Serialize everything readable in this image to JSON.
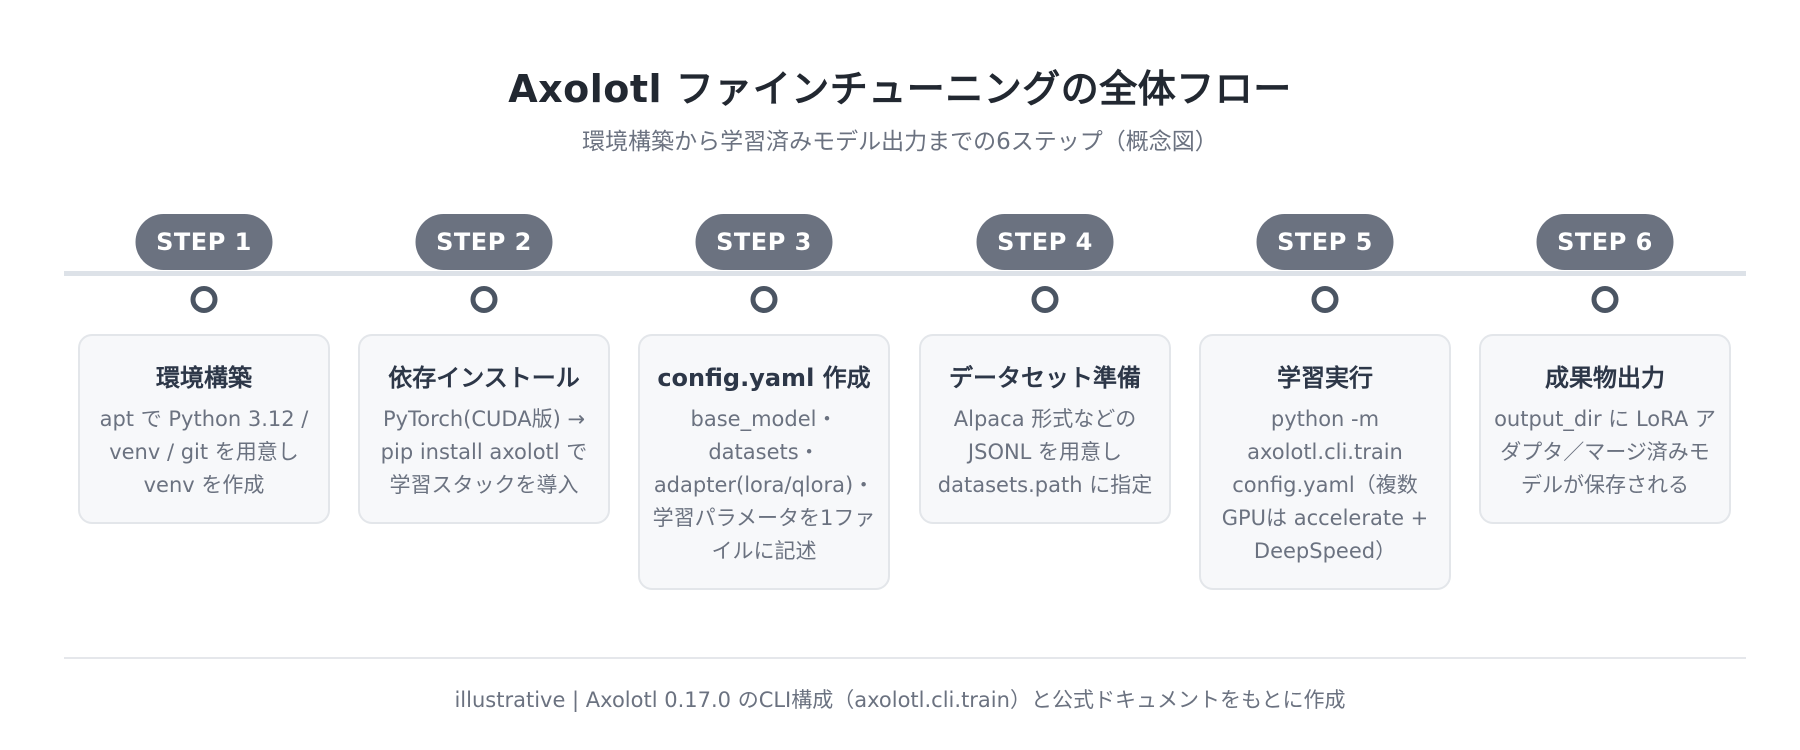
{
  "title": "Axolotl ファインチューニングの全体フロー",
  "subtitle": "環境構築から学習済みモデル出力までの6ステップ（概念図）",
  "steps": [
    {
      "badge": "STEP 1",
      "title": "環境構築",
      "description": "apt で Python 3.12 / venv / git を用意し venv を作成"
    },
    {
      "badge": "STEP 2",
      "title": "依存インストール",
      "description": "PyTorch(CUDA版) → pip install axolotl で学習スタックを導入"
    },
    {
      "badge": "STEP 3",
      "title": "config.yaml 作成",
      "description": "base_model・datasets・adapter(lora/qlora)・学習パラメータを1ファイルに記述"
    },
    {
      "badge": "STEP 4",
      "title": "データセット準備",
      "description": "Alpaca 形式などの JSONL を用意し datasets.path に指定"
    },
    {
      "badge": "STEP 5",
      "title": "学習実行",
      "description": "python -m axolotl.cli.train config.yaml（複数GPUは accelerate + DeepSpeed）"
    },
    {
      "badge": "STEP 6",
      "title": "成果物出力",
      "description": "output_dir に LoRA アダプタ／マージ済みモデルが保存される"
    }
  ],
  "footer": "illustrative | Axolotl 0.17.0 のCLI構成（axolotl.cli.train）と公式ドキュメントをもとに作成"
}
